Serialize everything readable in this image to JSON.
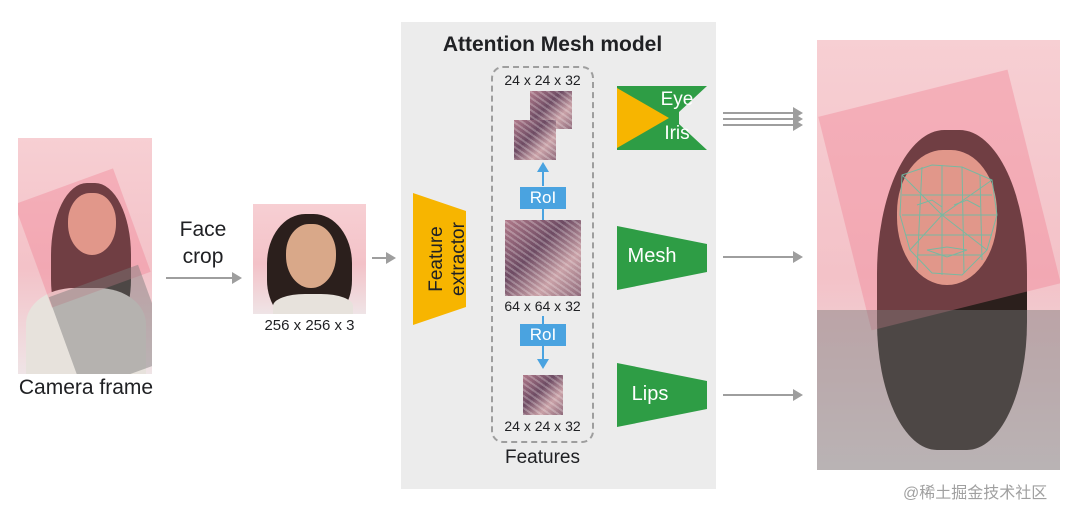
{
  "title": "Attention Mesh model",
  "camera_frame_label": "Camera frame",
  "face_crop_label_line1": "Face",
  "face_crop_label_line2": "crop",
  "crop_size_label": "256 x 256 x 3",
  "feature_extractor_line1": "Feature",
  "feature_extractor_line2": "extractor",
  "top_feature_label": "24 x 24 x 32",
  "middle_feature_label": "64 x 64 x 32",
  "bottom_feature_label": "24 x 24 x 32",
  "roi_top_label": "RoI",
  "roi_bottom_label": "RoI",
  "features_label": "Features",
  "eye_label": "Eye",
  "iris_label": "Iris",
  "mesh_label": "Mesh",
  "lips_label": "Lips",
  "watermark": "@稀土掘金技术社区",
  "colors": {
    "extractor": "#f7b500",
    "head_green": "#2e9d45",
    "roi_blue": "#4aa3e0",
    "arrow_gray": "#9e9e9e",
    "panel_gray": "#ececec",
    "mesh_cyan": "#27e0b0"
  }
}
